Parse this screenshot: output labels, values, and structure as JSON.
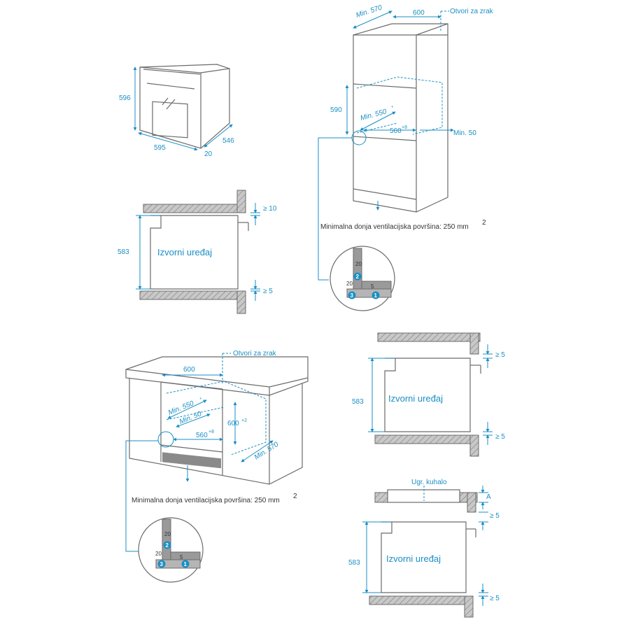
{
  "oven_3d": {
    "height": "596",
    "width": "595",
    "depth": "546",
    "door": "20"
  },
  "column": {
    "min_570": "Min. 570",
    "w_600": "600",
    "air_vents": "Otvori za zrak",
    "h_590": "590",
    "min_550": "Min. 550",
    "min_550_sup": "*",
    "w_560": "560",
    "w_560_sup": "+8",
    "min_50": "Min. 50",
    "vent_caption": "Minimalna donja ventilacijska površina: 250 mm",
    "vent_caption_sup": "2"
  },
  "side_top": {
    "gap_top": "≥ 10",
    "height": "583",
    "appliance": "Izvorni uređaj",
    "gap_bottom": "≥ 5"
  },
  "detail": {
    "d20a": "20",
    "d20b": "20",
    "d5": "5",
    "b1": "1",
    "b2": "2",
    "b3": "3"
  },
  "counter": {
    "air_vents": "Otvori za zrak",
    "w_600": "600",
    "min_550": "Min. 550",
    "min_550_sup": "*",
    "min_50": "Min. 50",
    "h_600": "600",
    "h_600_sup": "+2",
    "w_560": "560",
    "w_560_sup": "+8",
    "min_570": "Min. 570",
    "vent_caption": "Minimalna donja ventilacijska površina: 250 mm",
    "vent_caption_sup": "2"
  },
  "side_mid": {
    "gap_top": "≥ 5",
    "height": "583",
    "appliance": "Izvorni uređaj",
    "gap_bottom": "≥ 5"
  },
  "side_bottom": {
    "hob": "Ugr. kuhalo",
    "a_label": "A",
    "gap_top": "≥ 5",
    "height": "583",
    "appliance": "Izvorni uređaj",
    "gap_bottom": "≥ 5"
  },
  "colors": {
    "dimension": "#1a8fc4",
    "outline": "#6b6b6b",
    "badge": "#1a8fc4",
    "hatch_fill": "#c8c8c8"
  }
}
